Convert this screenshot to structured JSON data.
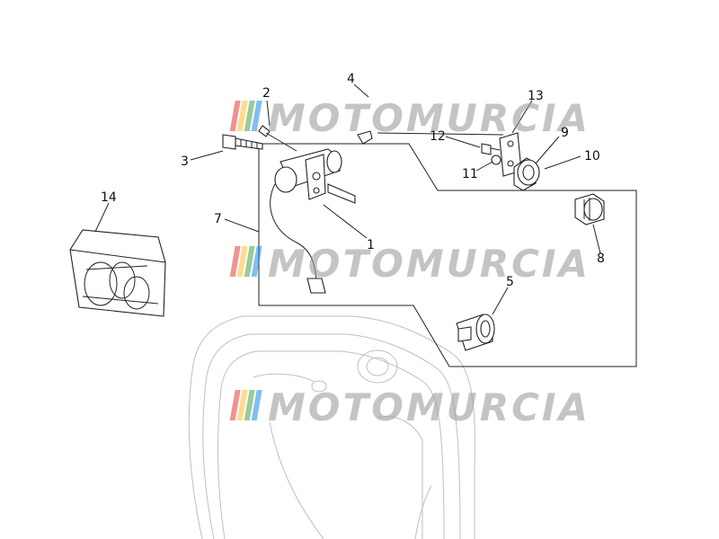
{
  "watermark": {
    "text": "MOTOMURCIA",
    "stripe_colors": [
      "#e53935",
      "#fbc02d",
      "#43a047",
      "#1e88e5"
    ],
    "text_color": "#9e9e9e"
  },
  "callouts": [
    {
      "id": "1",
      "text": "1"
    },
    {
      "id": "2",
      "text": "2"
    },
    {
      "id": "3",
      "text": "3"
    },
    {
      "id": "4",
      "text": "4"
    },
    {
      "id": "5",
      "text": "5"
    },
    {
      "id": "7",
      "text": "7"
    },
    {
      "id": "8",
      "text": "8"
    },
    {
      "id": "9",
      "text": "9"
    },
    {
      "id": "10",
      "text": "10"
    },
    {
      "id": "11",
      "text": "11"
    },
    {
      "id": "12",
      "text": "12"
    },
    {
      "id": "13",
      "text": "13"
    },
    {
      "id": "14",
      "text": "14"
    }
  ]
}
